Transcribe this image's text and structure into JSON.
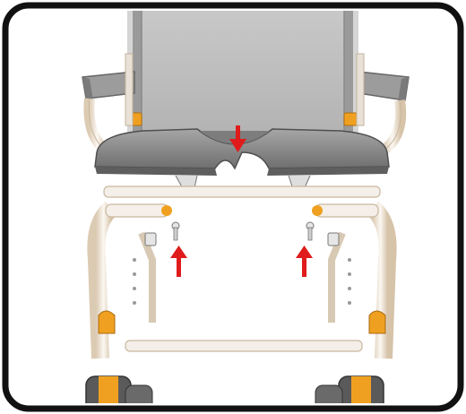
{
  "figure": {
    "subject": "shower-commode-chair-front-view",
    "frame_color": "#111111",
    "arrow_color": "#e01b1b"
  },
  "colors": {
    "seat": "#8c8c8c",
    "seat_dark": "#6e6e6e",
    "backrest": "#bdbdbd",
    "frame": "#f2ece4",
    "frame_shadow": "#d8c9b4",
    "accent_orange": "#f0a020",
    "wheel": "#5a5a5a",
    "armrest": "#9a9a9a"
  },
  "annotations": {
    "arrows": [
      {
        "name": "seat-down-arrow",
        "direction": "down"
      },
      {
        "name": "pin-up-arrow-left",
        "direction": "up"
      },
      {
        "name": "pin-up-arrow-right",
        "direction": "up"
      }
    ]
  }
}
